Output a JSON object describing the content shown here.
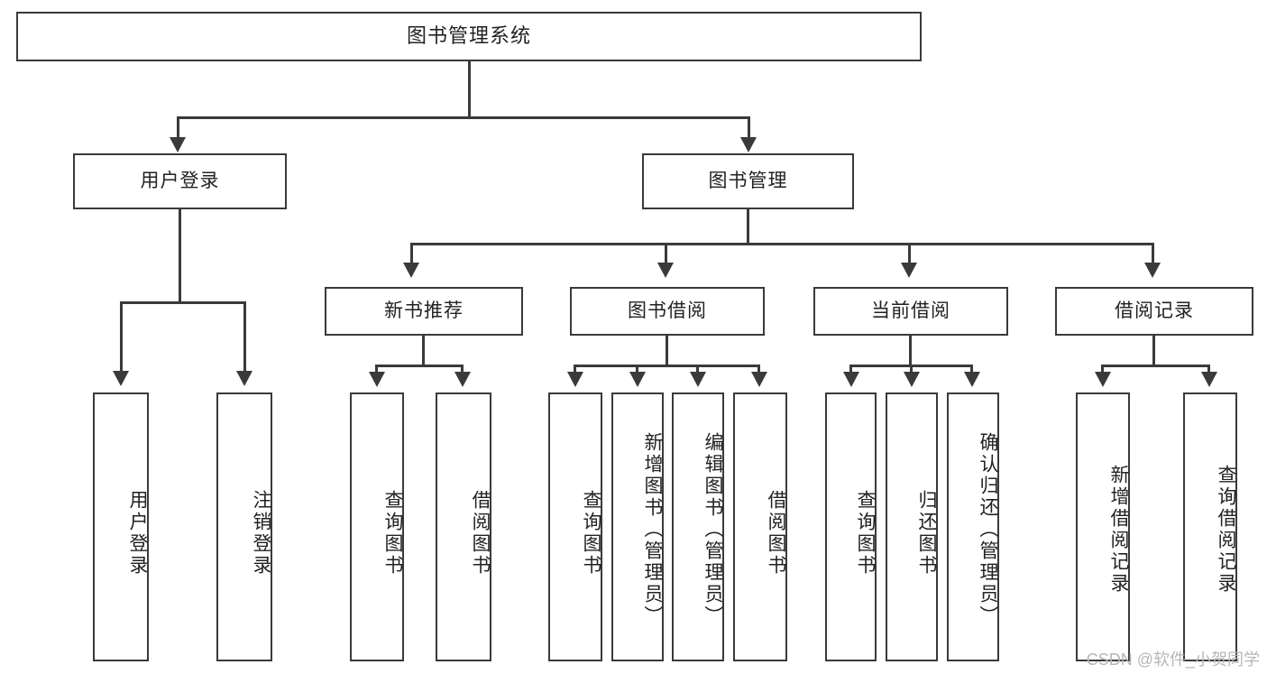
{
  "diagram": {
    "title": "图书管理系统",
    "watermark": "CSDN @软件_小贺同学",
    "type": "tree-hierarchy-diagram",
    "colors": {
      "stroke": "#3a3a3a",
      "fill": "#ffffff",
      "text": "#222222",
      "watermark": "#b6b6b6"
    },
    "root": {
      "label": "图书管理系统"
    },
    "level2": [
      {
        "label": "用户登录"
      },
      {
        "label": "图书管理"
      }
    ],
    "level3": [
      {
        "label": "新书推荐"
      },
      {
        "label": "图书借阅"
      },
      {
        "label": "当前借阅"
      },
      {
        "label": "借阅记录"
      }
    ],
    "leaves": {
      "user_login": [
        {
          "label": "用户登录"
        },
        {
          "label": "注销登录"
        }
      ],
      "new_book_recommend": [
        {
          "label": "查询图书"
        },
        {
          "label": "借阅图书"
        }
      ],
      "book_borrow": [
        {
          "label": "查询图书"
        },
        {
          "label": "新增图书（管理员）"
        },
        {
          "label": "编辑图书（管理员）"
        },
        {
          "label": "借阅图书"
        }
      ],
      "current_borrow": [
        {
          "label": "查询图书"
        },
        {
          "label": "归还图书"
        },
        {
          "label": "确认归还（管理员）"
        }
      ],
      "borrow_records": [
        {
          "label": "新增借阅记录"
        },
        {
          "label": "查询借阅记录"
        }
      ]
    }
  }
}
